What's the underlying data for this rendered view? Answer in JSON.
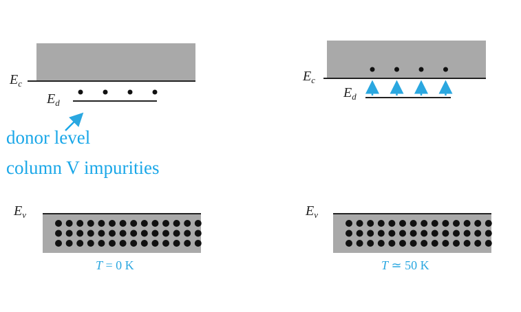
{
  "colors": {
    "band_fill": "#a9a9a9",
    "band_edge": "#222222",
    "electron": "#111111",
    "accent": "#1aa7e8",
    "arrow": "#2aa7e0"
  },
  "labels": {
    "ec": "E",
    "ec_sub": "c",
    "ed": "E",
    "ed_sub": "d",
    "ev": "E",
    "ev_sub": "v"
  },
  "annotation": {
    "line1": "donor level",
    "line2": "column V impurities"
  },
  "panels": {
    "left": {
      "temp_symbol": "T",
      "temp_rest": " = 0 K",
      "donor_electrons": 4,
      "ionized": false
    },
    "right": {
      "temp_symbol": "T",
      "temp_rest": " ≃ 50 K",
      "donor_electrons": 4,
      "ionized": true
    }
  },
  "valence_band_holes": {
    "rows": 3,
    "columns": 14
  }
}
